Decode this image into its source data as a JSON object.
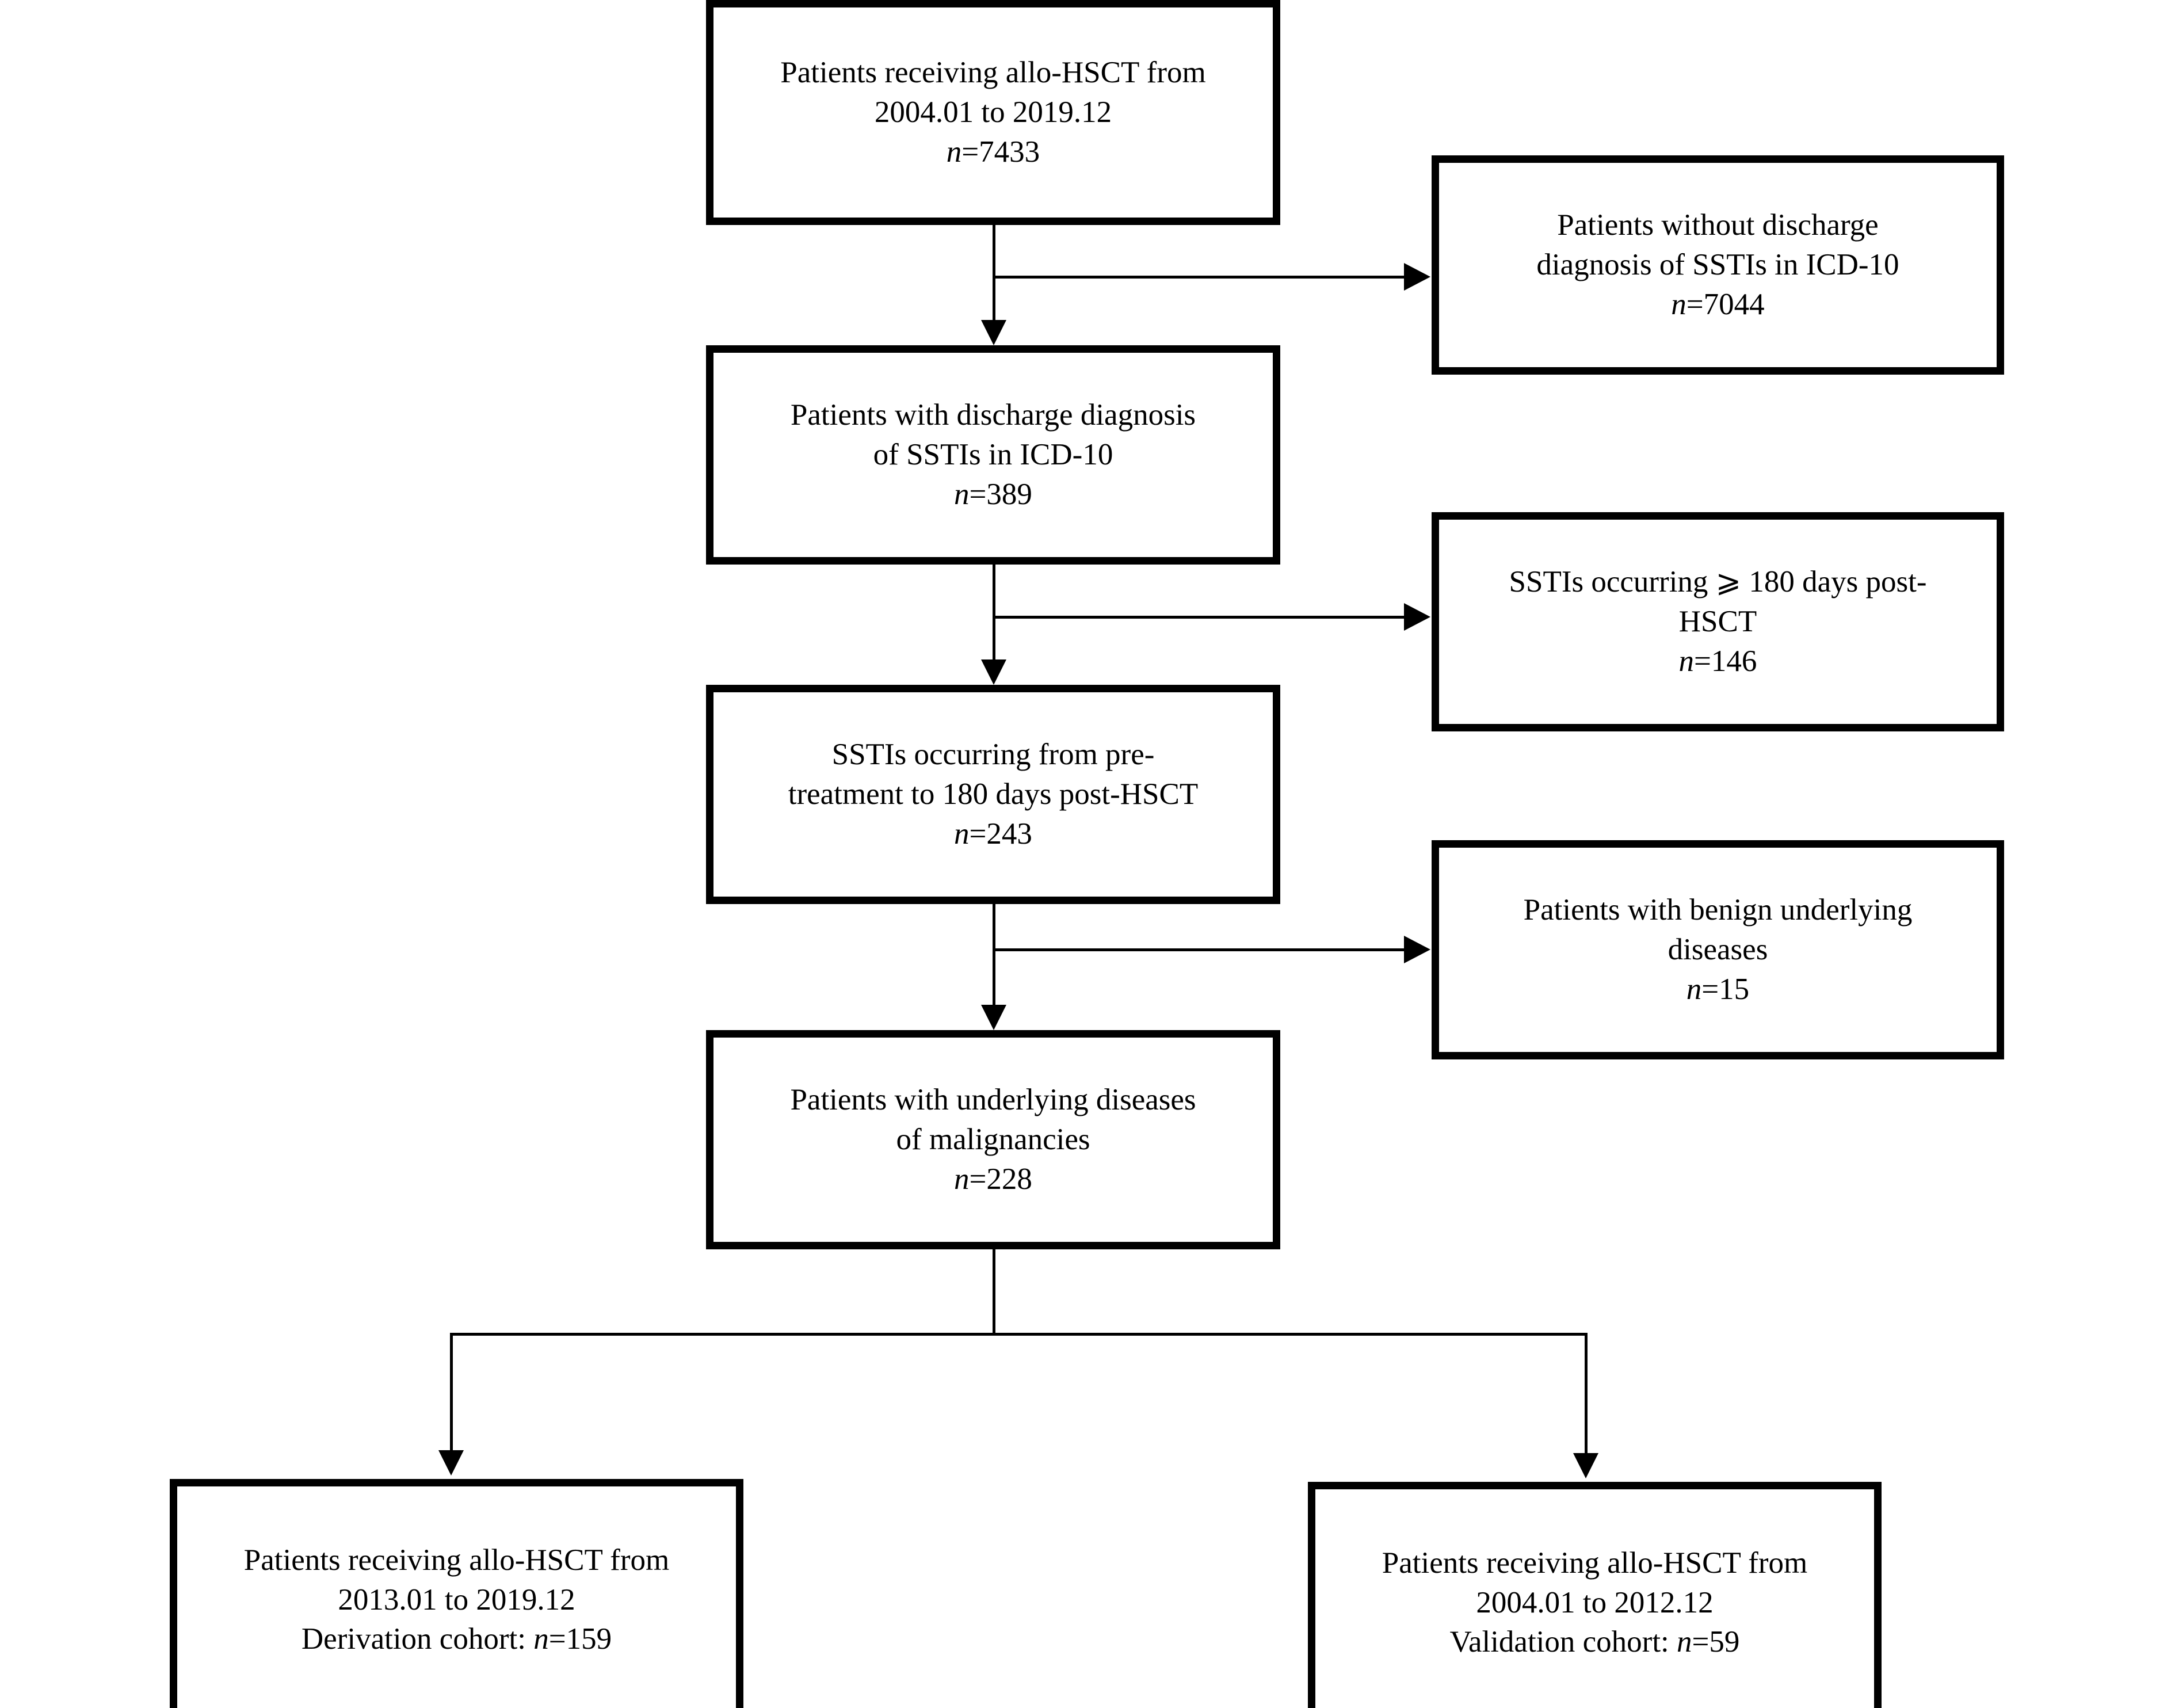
{
  "figure": {
    "type": "flowchart",
    "orientation": "top-to-bottom",
    "description": "Patient selection flow diagram (CONSORT-style) for allo-HSCT patients with SSTIs"
  },
  "main_flow": [
    {
      "id": "enrolled",
      "line1": "Patients receiving allo-HSCT from",
      "line2": "2004.01 to 2019.12",
      "n_label": "n",
      "n_value": "=7433"
    },
    {
      "id": "with_sstis",
      "line1": "Patients with discharge diagnosis",
      "line2": "of SSTIs in ICD-10",
      "n_label": "n",
      "n_value": "=389"
    },
    {
      "id": "window_sstis",
      "line1": "SSTIs occurring from pre-",
      "line2": "treatment to 180 days post-HSCT",
      "n_label": "n",
      "n_value": "=243"
    },
    {
      "id": "malignancies",
      "line1": "Patients with underlying diseases",
      "line2": "of malignancies",
      "n_label": "n",
      "n_value": "=228"
    }
  ],
  "exclusions": [
    {
      "id": "no_sstis_dx",
      "line1": "Patients without discharge",
      "line2": "diagnosis of SSTIs in ICD-10",
      "n_label": "n",
      "n_value": "=7044"
    },
    {
      "id": "late_sstis",
      "line1": "SSTIs occurring ⩾ 180 days post-",
      "line2": "HSCT",
      "n_label": "n",
      "n_value": "=146"
    },
    {
      "id": "benign_disease",
      "line1": "Patients with benign underlying",
      "line2": "diseases",
      "n_label": "n",
      "n_value": "=15"
    }
  ],
  "cohorts": [
    {
      "id": "derivation",
      "line1": "Patients receiving allo-HSCT from",
      "line2": "2013.01 to 2019.12",
      "line3_prefix": "Derivation cohort: ",
      "n_label": "n",
      "n_value": "=159"
    },
    {
      "id": "validation",
      "line1": "Patients receiving allo-HSCT from",
      "line2": "2004.01 to 2012.12",
      "line3_prefix": "Validation cohort: ",
      "n_label": "n",
      "n_value": "=59"
    }
  ],
  "colors": {
    "line": "#000000",
    "box_fill": "#ffffff",
    "text": "#000000",
    "background": "#ffffff"
  }
}
